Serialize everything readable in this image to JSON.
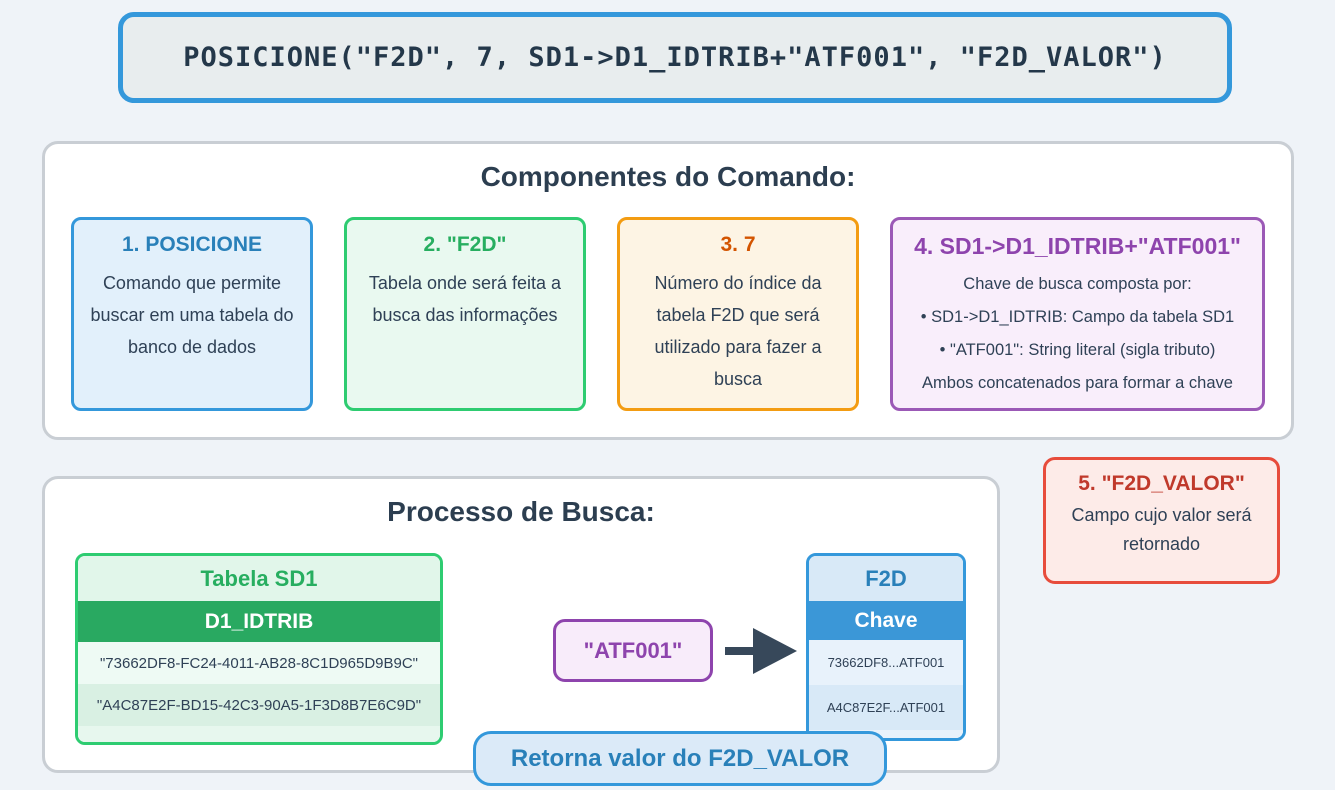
{
  "code_box": {
    "code": "POSICIONE(\"F2D\", 7, SD1->D1_IDTRIB+\"ATF001\", \"F2D_VALOR\")"
  },
  "components": {
    "title": "Componentes do Comando:",
    "cards": [
      {
        "title": "1. POSICIONE",
        "description": "Comando que permite buscar em uma tabela do banco de dados",
        "accent": "#2980b9",
        "border": "#3498db",
        "background": "#e2f0fb"
      },
      {
        "title": "2. \"F2D\"",
        "description": "Tabela onde será feita a busca das informações",
        "accent": "#27ae60",
        "border": "#2ecc71",
        "background": "#e9f9f0"
      },
      {
        "title": "3. 7",
        "description": "Número do índice da tabela F2D que será utilizado para fazer a busca",
        "accent": "#d35400",
        "border": "#f39c12",
        "background": "#fdf4e4"
      },
      {
        "title": "4. SD1->D1_IDTRIB+\"ATF001\"",
        "lines": [
          "Chave de busca composta por:",
          "• SD1->D1_IDTRIB: Campo da tabela SD1",
          "• \"ATF001\": String literal (sigla tributo)",
          "Ambos concatenados para formar a chave"
        ],
        "accent": "#8e44ad",
        "border": "#9b59b6",
        "background": "#f9eefb"
      }
    ]
  },
  "return_card": {
    "title": "5. \"F2D_VALOR\"",
    "description": "Campo cujo valor será retornado",
    "accent": "#c0392b",
    "border": "#e74c3c",
    "background": "#fdebe8"
  },
  "process": {
    "title": "Processo de Busca:",
    "sd1_table": {
      "title": "Tabela SD1",
      "column_header": "D1_IDTRIB",
      "rows": [
        "\"73662DF8-FC24-4011-AB28-8C1D965D9B9C\"",
        "\"A4C87E2F-BD15-42C3-90A5-1F3D8B7E6C9D\""
      ],
      "accent": "#27ae60",
      "header_background": "#29a961"
    },
    "search_key_label": "\"ATF001\"",
    "arrow_icon": "arrow-right",
    "arrow_color": "#37485a",
    "f2d_table": {
      "title": "F2D",
      "column_header": "Chave",
      "rows": [
        "73662DF8...ATF001",
        "A4C87E2F...ATF001"
      ],
      "accent": "#2980b9",
      "header_background": "#3b97d7"
    },
    "result_label": "Retorna valor do F2D_VALOR"
  },
  "colors": {
    "page_background": "#eff3f8",
    "panel_background": "#ffffff",
    "panel_border": "#c9ced4",
    "code_border": "#3498db",
    "text_primary": "#2c3e50"
  }
}
